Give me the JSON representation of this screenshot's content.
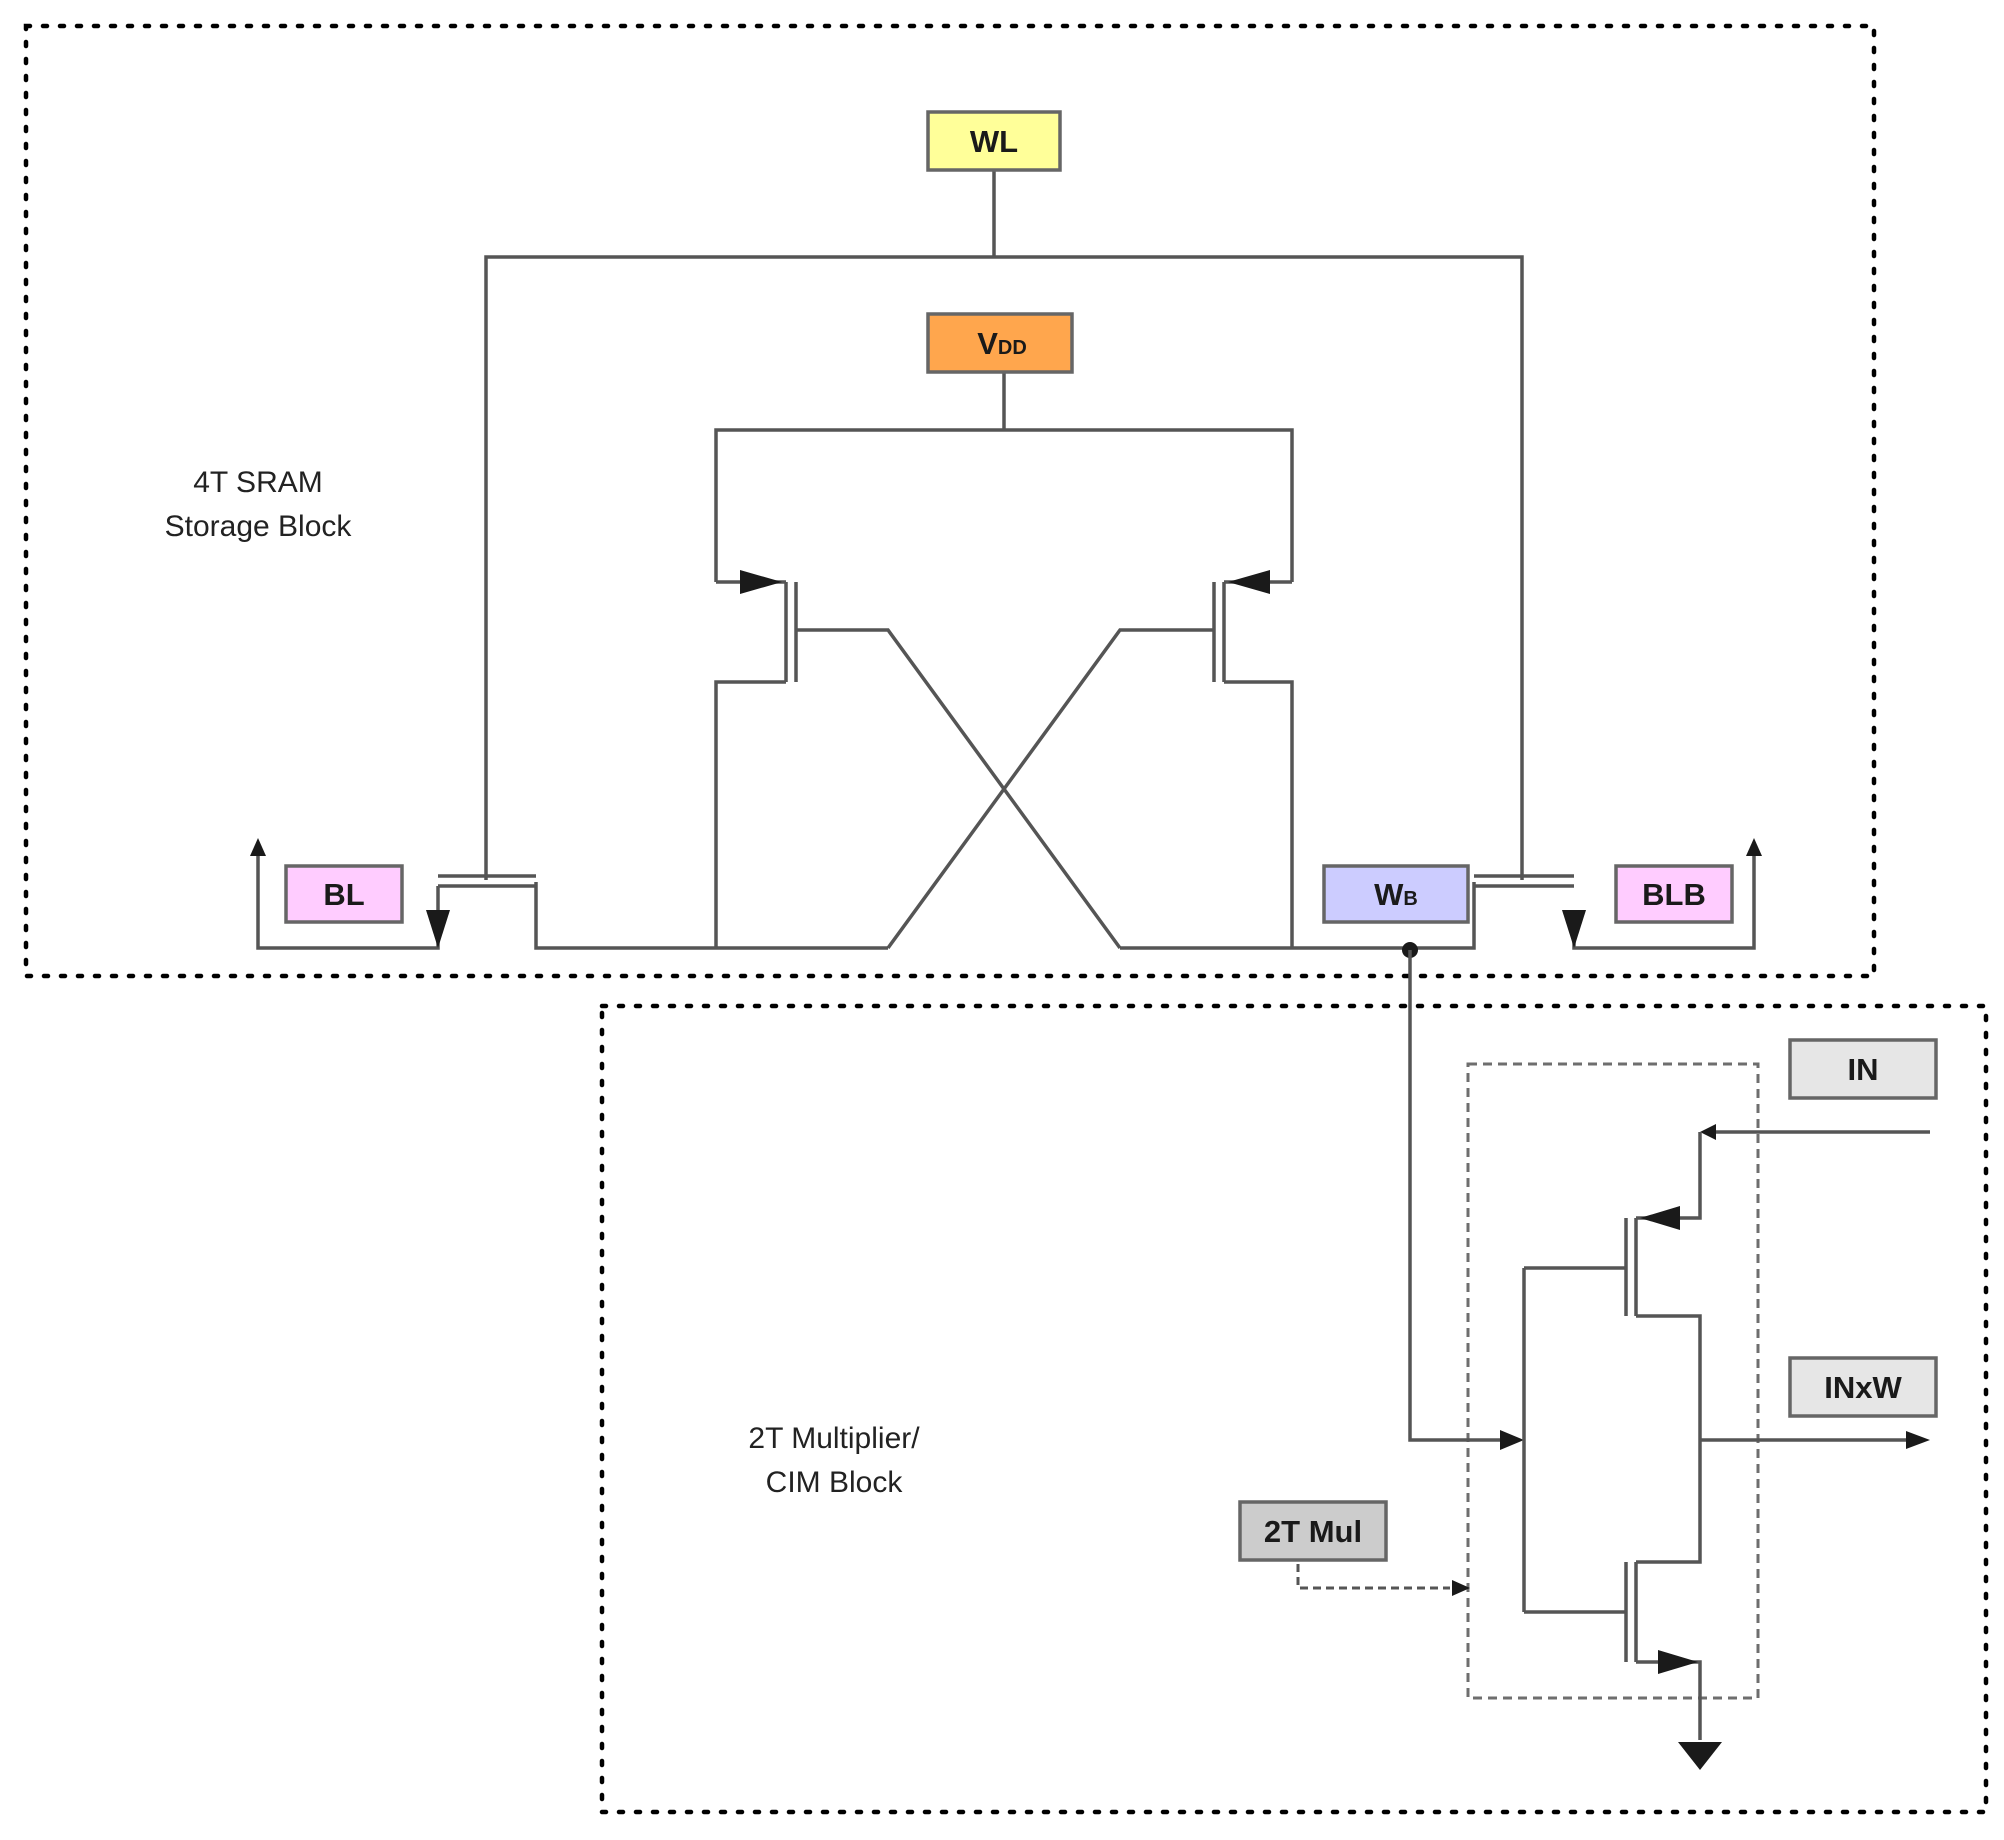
{
  "colors": {
    "wl_fill": "#ffff99",
    "vdd_fill": "#ffa64d",
    "bl_fill": "#ffccff",
    "wb_fill": "#ccccff",
    "gray_fill": "#e6e6e6",
    "mul_fill": "#cccccc"
  },
  "labels": {
    "wl": "WL",
    "vdd_main": "V",
    "vdd_sub": "DD",
    "bl": "BL",
    "blb": "BLB",
    "wb_main": "W",
    "wb_sub": "B",
    "in": "IN",
    "inxw": "INxW",
    "mul": "2T Mul"
  },
  "blocks": {
    "sram_line1": "4T SRAM",
    "sram_line2": "Storage Block",
    "cim_line1": "2T Multiplier/",
    "cim_line2": "CIM Block"
  }
}
